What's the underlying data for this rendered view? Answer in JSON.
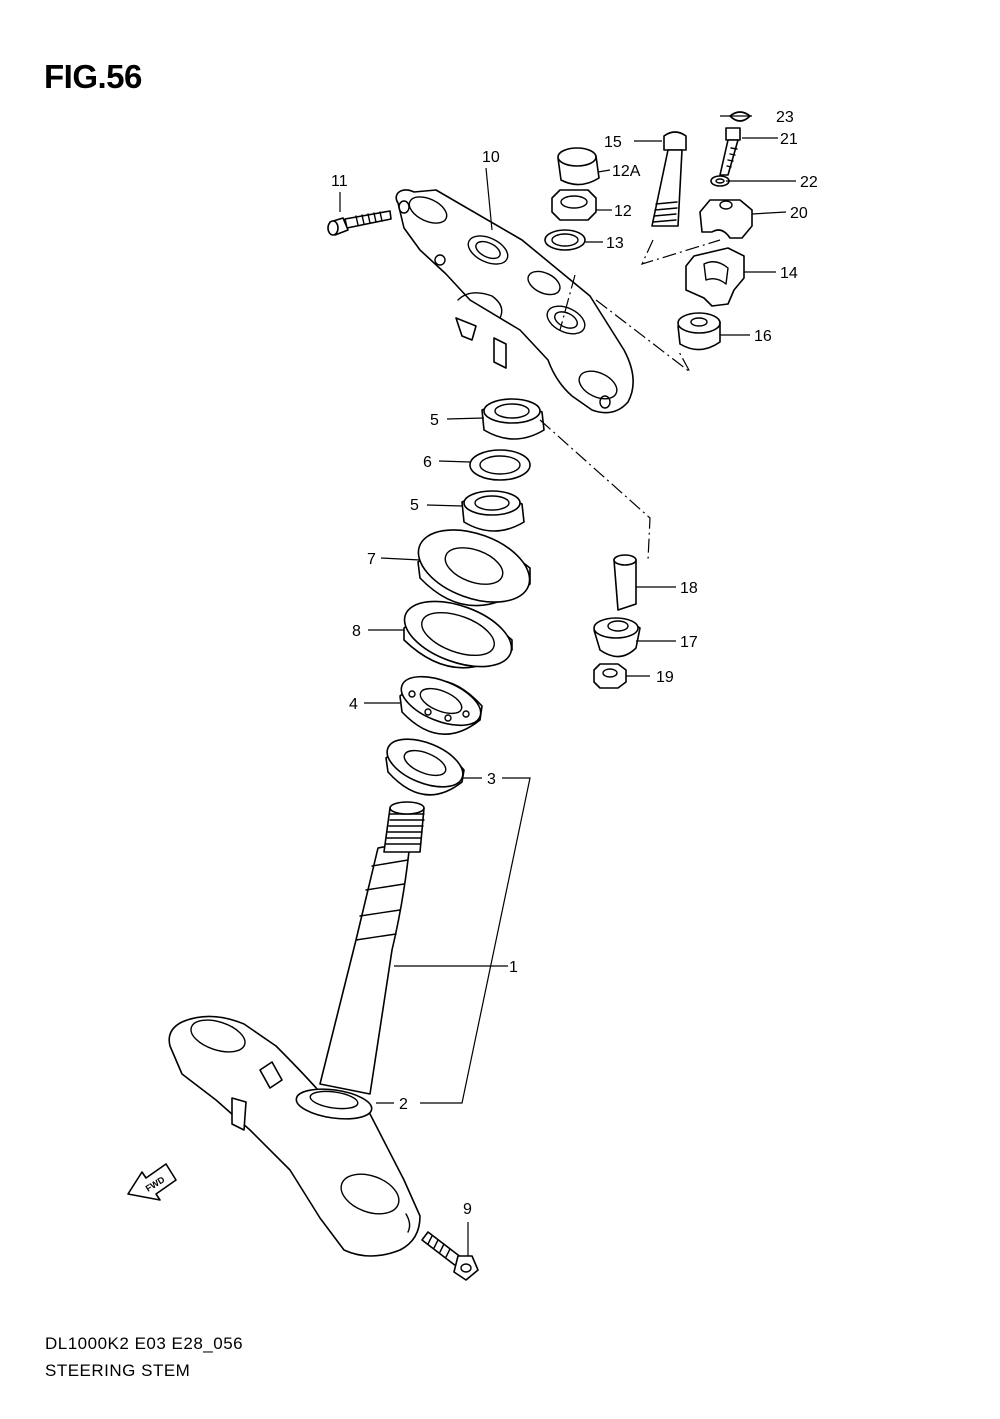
{
  "figure": {
    "title": "FIG.56",
    "code": "DL1000K2 E03 E28_056",
    "name": "STEERING STEM",
    "fwd_label": "FWD"
  },
  "parts": [
    {
      "ref": "1"
    },
    {
      "ref": "2"
    },
    {
      "ref": "3"
    },
    {
      "ref": "4"
    },
    {
      "ref": "5"
    },
    {
      "ref": "5"
    },
    {
      "ref": "6"
    },
    {
      "ref": "7"
    },
    {
      "ref": "8"
    },
    {
      "ref": "9"
    },
    {
      "ref": "10"
    },
    {
      "ref": "11"
    },
    {
      "ref": "12"
    },
    {
      "ref": "12A"
    },
    {
      "ref": "13"
    },
    {
      "ref": "14"
    },
    {
      "ref": "15"
    },
    {
      "ref": "16"
    },
    {
      "ref": "17"
    },
    {
      "ref": "18"
    },
    {
      "ref": "19"
    },
    {
      "ref": "20"
    },
    {
      "ref": "21"
    },
    {
      "ref": "22"
    },
    {
      "ref": "23"
    }
  ]
}
